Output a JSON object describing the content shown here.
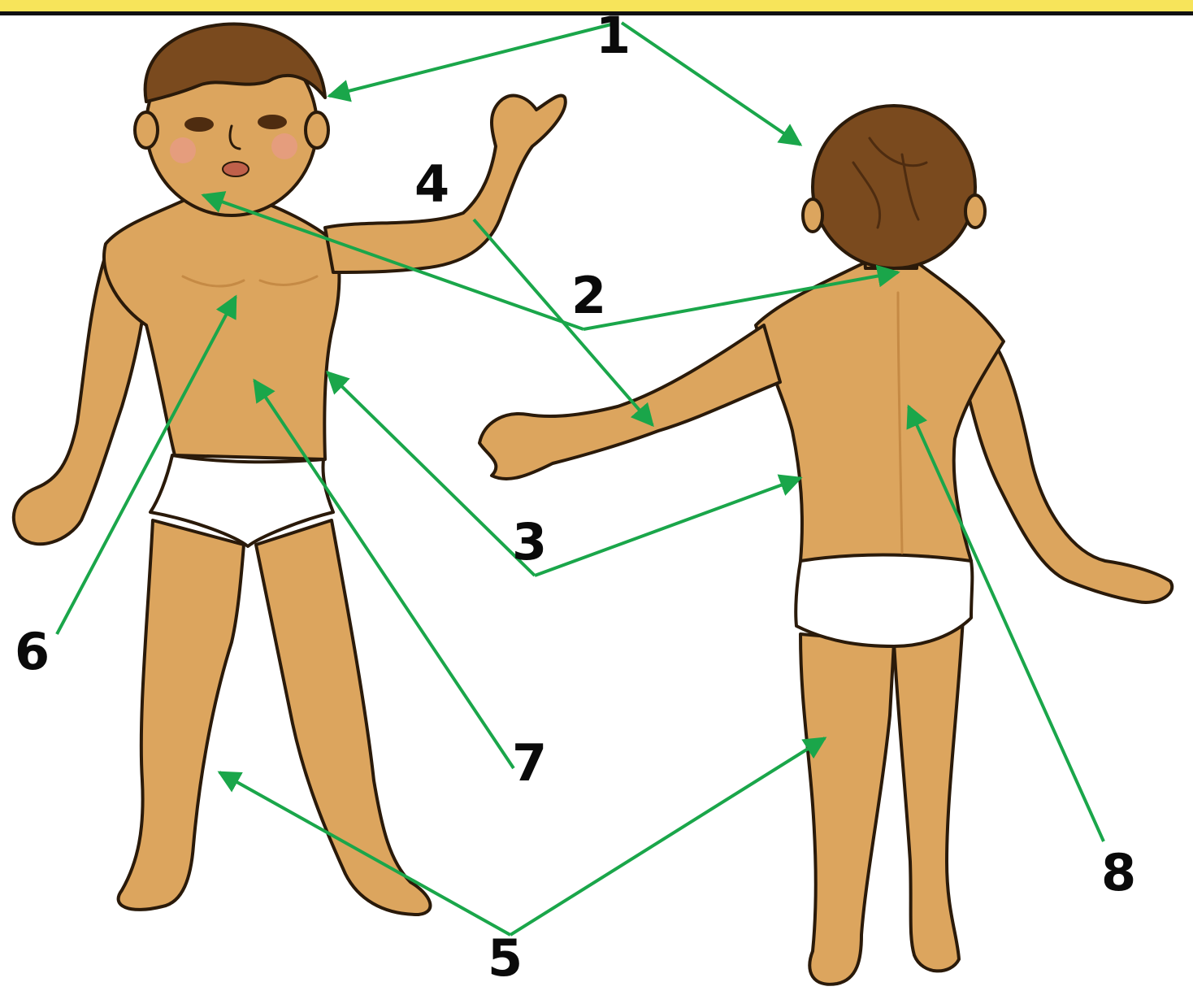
{
  "colors": {
    "skin": "#dca55e",
    "skin_shadow": "#c58a45",
    "hair": "#7a4a1e",
    "hair_dark": "#4e2c10",
    "underwear": "#ffffff",
    "outline": "#2a1a0a",
    "arrow": "#1aa64a",
    "banner": "#f7e45a",
    "cheek": "#e89a8a"
  },
  "figures": [
    {
      "name": "boy-front-view"
    },
    {
      "name": "boy-back-view"
    }
  ],
  "labels": [
    {
      "id": "1",
      "text": "1"
    },
    {
      "id": "2",
      "text": "2"
    },
    {
      "id": "3",
      "text": "3"
    },
    {
      "id": "4",
      "text": "4"
    },
    {
      "id": "5",
      "text": "5"
    },
    {
      "id": "6",
      "text": "6"
    },
    {
      "id": "7",
      "text": "7"
    },
    {
      "id": "8",
      "text": "8"
    }
  ]
}
